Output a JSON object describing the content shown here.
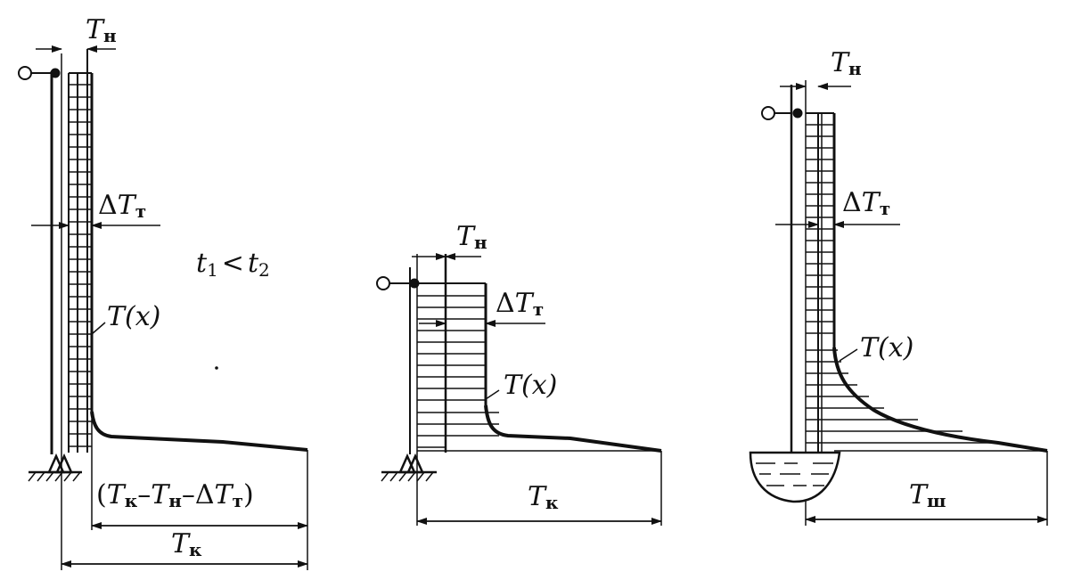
{
  "colors": {
    "ink": "#111111",
    "background": "#ffffff"
  },
  "figure_left": {
    "labels": {
      "tn_main": "T",
      "tn_sub": "н",
      "dt_delta": "Δ",
      "dt_main": "T",
      "dt_sub": "т",
      "cond_t1": "t",
      "cond_s1": "1",
      "cond_lt": "<",
      "cond_t2": "t",
      "cond_s2": "2",
      "tx": "T(x)",
      "diff_open": "(",
      "diff_t1": "T",
      "diff_s1": "к",
      "diff_minus1": "–",
      "diff_t2": "T",
      "diff_s2": "н",
      "diff_minus2": "–Δ",
      "diff_t3": "T",
      "diff_s3": "т",
      "diff_close": ")",
      "tk_main": "T",
      "tk_sub": "к"
    }
  },
  "figure_middle": {
    "labels": {
      "tn_main": "T",
      "tn_sub": "н",
      "dt_delta": "Δ",
      "dt_main": "T",
      "dt_sub": "т",
      "tx": "T(x)",
      "tk_main": "T",
      "tk_sub": "к"
    }
  },
  "figure_right": {
    "labels": {
      "tn_main": "T",
      "tn_sub": "н",
      "dt_delta": "Δ",
      "dt_main": "T",
      "dt_sub": "т",
      "tx": "T(x)",
      "tsh_main": "T",
      "tsh_sub": "ш"
    }
  }
}
